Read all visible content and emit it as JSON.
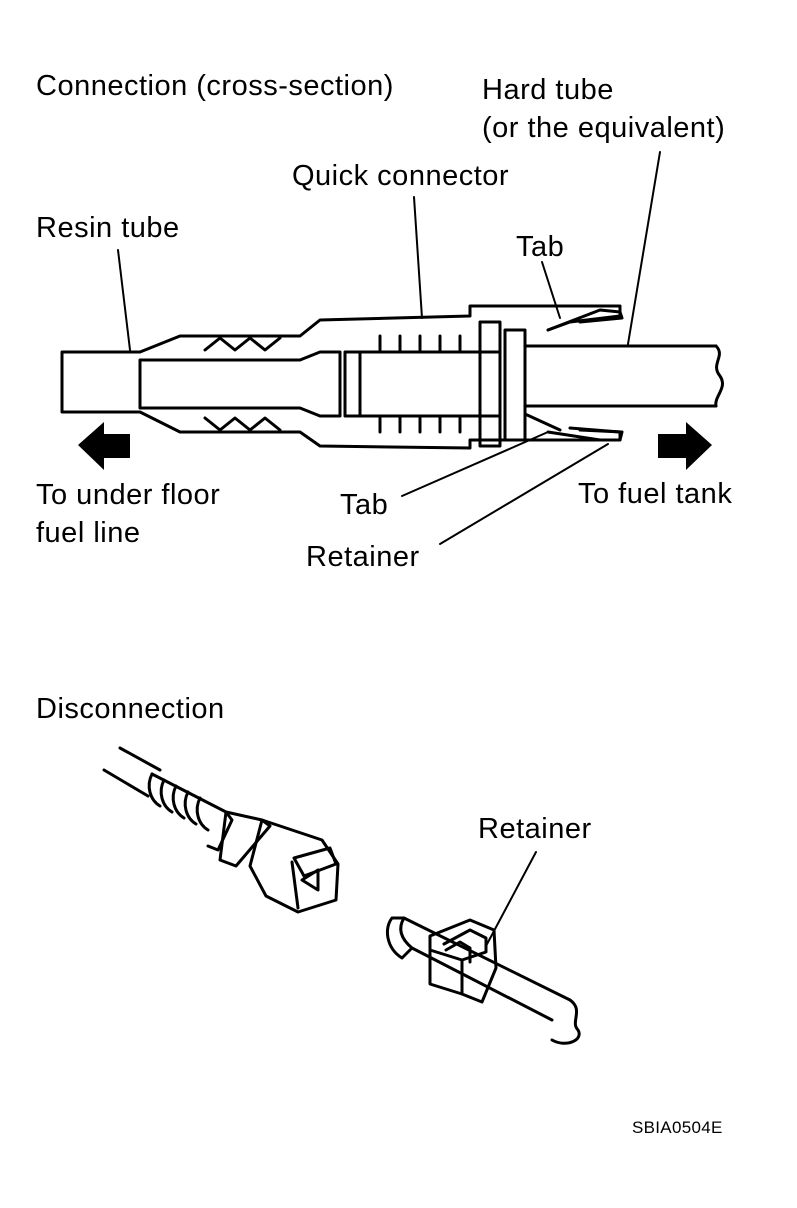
{
  "connection": {
    "title": "Connection (cross-section)",
    "labels": {
      "hard_tube": "Hard tube\n(or the equivalent)",
      "quick_connector": "Quick connector",
      "resin_tube": "Resin tube",
      "tab_top": "Tab",
      "tab_bottom": "Tab",
      "retainer": "Retainer",
      "to_under_floor": "To under floor\nfuel line",
      "to_fuel_tank": "To fuel tank"
    },
    "arrows": [
      "left-arrow-icon",
      "right-arrow-icon"
    ]
  },
  "disconnection": {
    "title": "Disconnection",
    "labels": {
      "retainer": "Retainer"
    }
  },
  "figure_code": "SBIA0504E"
}
